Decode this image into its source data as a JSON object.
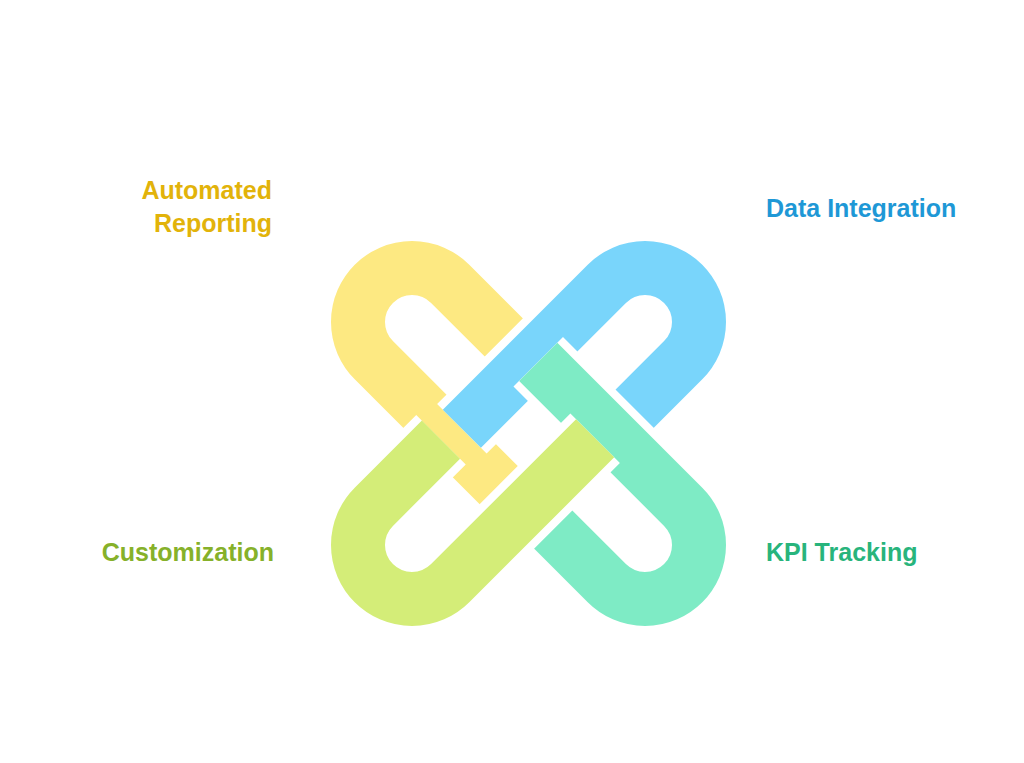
{
  "diagram": {
    "nodes": [
      {
        "text": [
          "Automated Reporting"
        ]
      },
      {
        "text": [
          "Data Integration"
        ]
      },
      {
        "text": [
          "Customization"
        ]
      },
      {
        "text": [
          "KPI Tracking"
        ]
      }
    ]
  }
}
